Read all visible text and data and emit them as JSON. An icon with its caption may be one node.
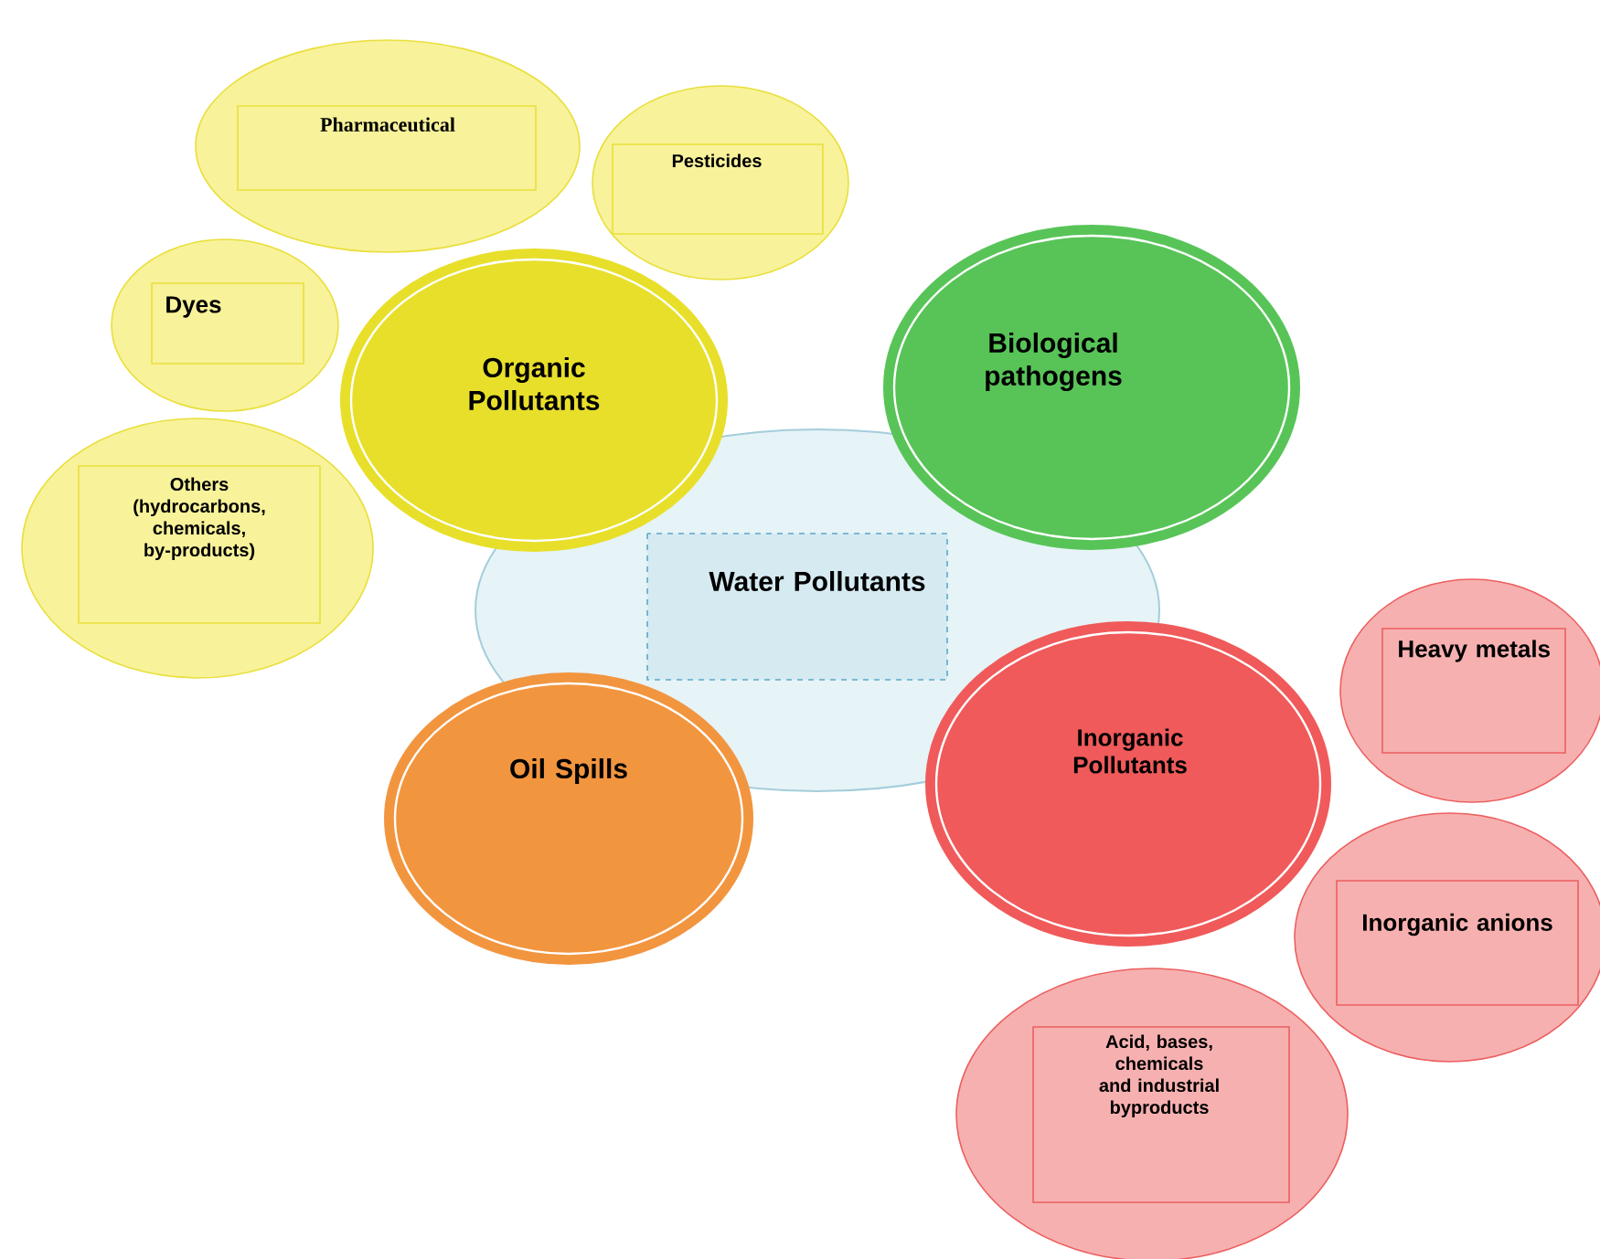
{
  "diagram": {
    "nodes": [
      {
        "text": [
          "Pharmaceutical"
        ]
      },
      {
        "text": [
          "Pesticides"
        ]
      },
      {
        "text": [
          "Dyes"
        ]
      },
      {
        "text": [
          "Organic Pollutants"
        ]
      },
      {
        "text": [
          "Biological pathogens"
        ]
      },
      {
        "text": [
          "Others (hydrocarbons, chemicals, by-products)"
        ]
      },
      {
        "text": [
          "Water Pollutants"
        ]
      },
      {
        "text": [
          "Heavy metals"
        ]
      },
      {
        "text": [
          "Oil Spills"
        ]
      },
      {
        "text": [
          "Inorganic Pollutants"
        ]
      },
      {
        "text": [
          "Inorganic anions"
        ]
      },
      {
        "text": [
          "Acid, bases, chemicals and industrial byproducts"
        ]
      }
    ]
  }
}
